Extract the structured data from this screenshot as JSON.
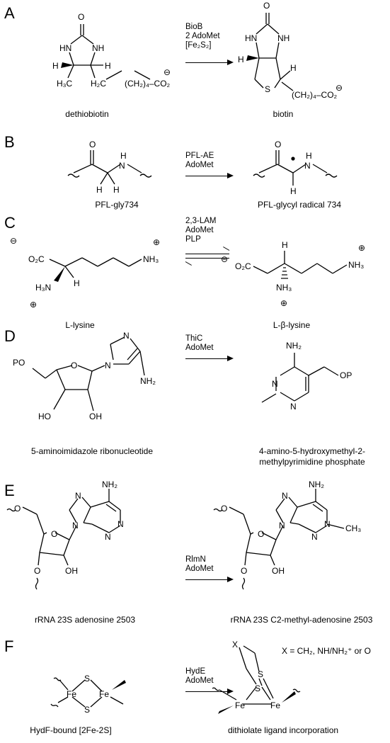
{
  "panels": [
    {
      "letter": "A",
      "reagents": [
        "BioB",
        "2 AdoMet",
        "[Fe₂S₂]"
      ],
      "left_caption": "dethiobiotin",
      "right_caption": "biotin"
    },
    {
      "letter": "B",
      "reagents": [
        "PFL-AE",
        "AdoMet"
      ],
      "left_caption": "PFL-gly734",
      "right_caption": "PFL-glycyl radical 734"
    },
    {
      "letter": "C",
      "reagents": [
        "2,3-LAM",
        "AdoMet",
        "PLP"
      ],
      "left_caption": "L-lysine",
      "right_caption": "L-β-lysine"
    },
    {
      "letter": "D",
      "reagents": [
        "ThiC",
        "AdoMet"
      ],
      "left_caption": "5-aminoimidazole ribonucleotide",
      "right_caption": "4-amino-5-hydroxymethyl-2-\nmethylpyrimidine phosphate"
    },
    {
      "letter": "E",
      "reagents": [
        "RlmN",
        "AdoMet"
      ],
      "left_caption": "rRNA 23S adenosine 2503",
      "right_caption": "rRNA 23S C2-methyl-adenosine 2503"
    },
    {
      "letter": "F",
      "reagents": [
        "HydE",
        "AdoMet"
      ],
      "left_caption": "HydF-bound [2Fe-2S]",
      "right_caption": "dithiolate ligand incorporation",
      "note": "X = CH₂, NH/NH₂⁺ or O"
    }
  ],
  "atoms": {
    "O": "O",
    "HN": "HN",
    "NH": "NH",
    "H": "H",
    "H3C": "H₃C",
    "H2C": "H₂C",
    "CH2_4_CO2": "(CH₂)₄–CO₂",
    "S": "S",
    "minus": "⊖",
    "plus": "⊕",
    "N": "N",
    "O2C": "O₂C",
    "NH3": "NH₃",
    "H3N": "H₃N",
    "PO": "PO",
    "OP": "OP",
    "NH2": "NH₂",
    "HO": "HO",
    "OH": "OH",
    "CH3": "CH₃",
    "Fe": "Fe",
    "X": "X"
  }
}
